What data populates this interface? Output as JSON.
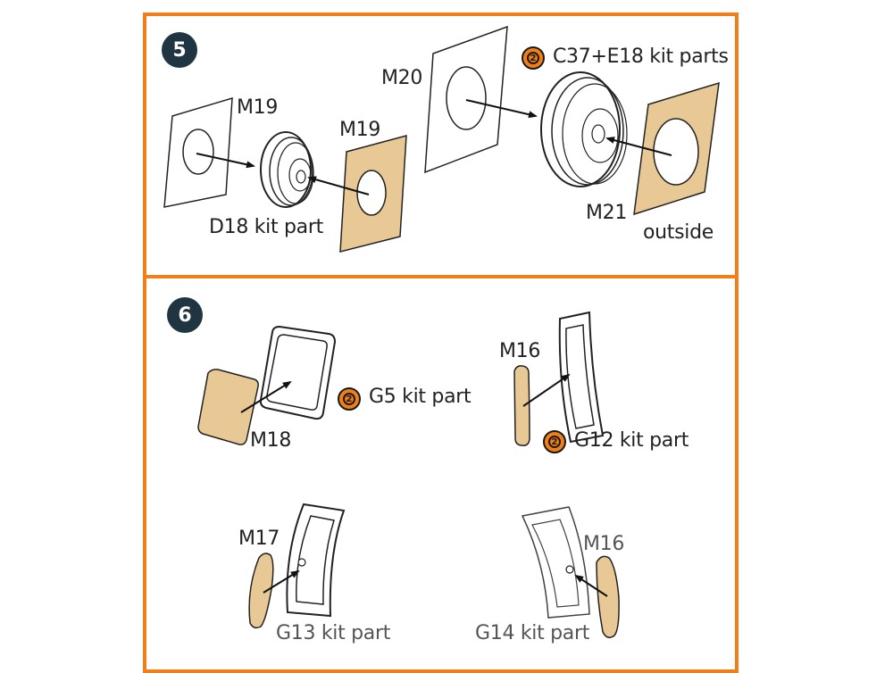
{
  "steps": [
    {
      "number": "5",
      "labels": {
        "m19_left": "M19",
        "m19_right": "M19",
        "d18": "D18 kit part",
        "m20": "M20",
        "c37_e18": "C37+E18 kit parts",
        "m21": "M21",
        "outside": "outside"
      }
    },
    {
      "number": "6",
      "labels": {
        "m18": "M18",
        "g5": "G5 kit part",
        "m16_top": "M16",
        "g12": "G12 kit part",
        "m17": "M17",
        "g13": "G13 kit part",
        "m16_bottom": "M16",
        "g14": "G14 kit part"
      }
    }
  ],
  "kit_icon_glyph": "2",
  "colors": {
    "border": "#f07f19",
    "badge": "#1f3542",
    "mask": "#e8c895",
    "icon": "#f07f19"
  }
}
